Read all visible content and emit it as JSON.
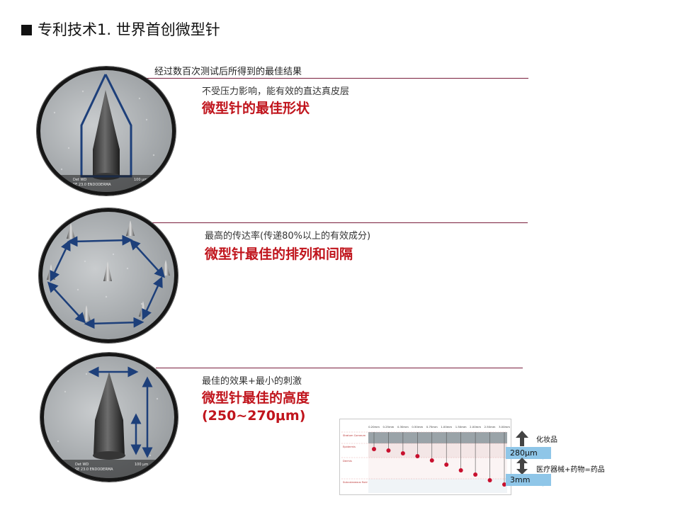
{
  "header": {
    "title": "专利技术1. 世界首创微型针"
  },
  "intro": {
    "caption": "经过数百次测试后所得到的最佳结果"
  },
  "sections": [
    {
      "subtitle": "不受压力影响，能有效的直达真皮层",
      "heading": "微型针的最佳形状"
    },
    {
      "subtitle": "最高的传达率(传递80%以上的有效成分)",
      "heading": "微型针最佳的排列和间隔"
    },
    {
      "subtitle": "最佳的效果+最小的刺激",
      "heading": "微型针最佳的高度",
      "heading2": "(250~270μm)"
    }
  ],
  "depth_chart": {
    "column_labels": [
      "0.20mm",
      "0.25mm",
      "0.30mm",
      "0.50mm",
      "0.75mm",
      "1.00mm",
      "1.50mm",
      "2.00mm",
      "2.50mm",
      "3.00mm"
    ],
    "layer_labels": [
      "Stratum Corneum",
      "Epidermis",
      "Dermis",
      "Subcutaneous fluid"
    ],
    "callout_top": "280μm",
    "callout_bottom": "3mm",
    "label_top": "化妆品",
    "label_bottom": "医疗器械+药物=药品"
  },
  "colors": {
    "accent_red": "#c0141c",
    "divider": "#7a1f3d",
    "arrow_blue": "#1d3f7a",
    "callout_blue": "#8fc6e8"
  }
}
